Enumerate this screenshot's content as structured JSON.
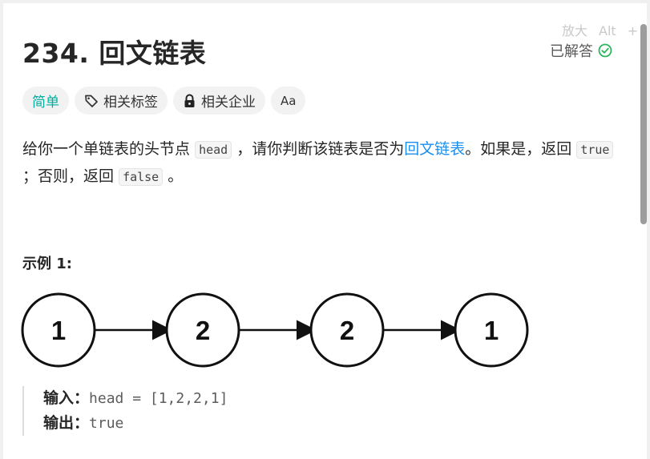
{
  "zoom_hint": {
    "zoom": "放大",
    "key": "Alt",
    "extra": "+"
  },
  "problem": {
    "title": "234. 回文链表",
    "status": "已解答",
    "tags": [
      {
        "label": "简单",
        "icon": ""
      },
      {
        "label": "相关标签",
        "icon": "tag-icon"
      },
      {
        "label": "相关企业",
        "icon": "lock-icon"
      },
      {
        "label": "Aa",
        "icon": "translate-icon"
      }
    ],
    "description": {
      "p1": "给你一个单链表的头节点",
      "code_head": "head",
      "p2": "，请你判断该链表是否为",
      "link": "回文链表",
      "p3": "。如果是，返回",
      "code_true": "true",
      "p4": "；否则，返回",
      "code_false": "false",
      "p5": "。"
    },
    "example_title": "示例 1:",
    "diagram_nodes": [
      "1",
      "2",
      "2",
      "1"
    ],
    "example": {
      "input_label": "输入：",
      "input_value": "head = [1,2,2,1]",
      "output_label": "输出：",
      "output_value": "true"
    },
    "colors": {
      "easy": "#00afa0",
      "link": "#1a8ff0",
      "solved": "#2db55d"
    }
  }
}
